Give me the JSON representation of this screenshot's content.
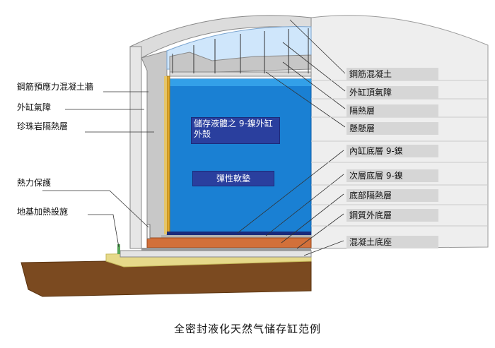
{
  "left_labels": {
    "rc_wall": "鋼筋預應力混凝土牆",
    "outer_barrier": "外缸氣障",
    "perlite": "珍珠岩隔熱層",
    "thermal_protection": "熱力保護",
    "foundation_heating": "地基加熱設施"
  },
  "right_labels": {
    "rc_concrete": "鋼筋混凝土",
    "outer_roof_barrier": "外缸頂氣障",
    "insulation": "隔熱層",
    "suspended_deck": "懸懸層",
    "inner_bottom": "內缸底層 9-鎳",
    "second_bottom": "次層底層 9-鎳",
    "bottom_insulation": "底部隔熱層",
    "steel_outer_bottom": "鋼質外底層",
    "concrete_base": "混凝土底座"
  },
  "inner_labels": {
    "storage_shell": "儲存液體之 9-鎳外缸外殼",
    "storage_shell_line1": "儲存液體之 9-鎳外缸",
    "storage_shell_line2": "外殼",
    "elastic_pad": "彈性軟墊"
  },
  "caption": "全密封液化天然气储存缸范例",
  "colors": {
    "sky": "#cfe6fb",
    "liquid": "#1a80d3",
    "liquid_top": "#33a0e8",
    "wall": "#c8c8c8",
    "outer_wall": "#e6e6e6",
    "ground": "#7b4a20",
    "sand": "#e6d98a",
    "base_orange": "#d2703a",
    "label_box": "#d6d6d6",
    "blue_label": "#2a3f9e"
  }
}
